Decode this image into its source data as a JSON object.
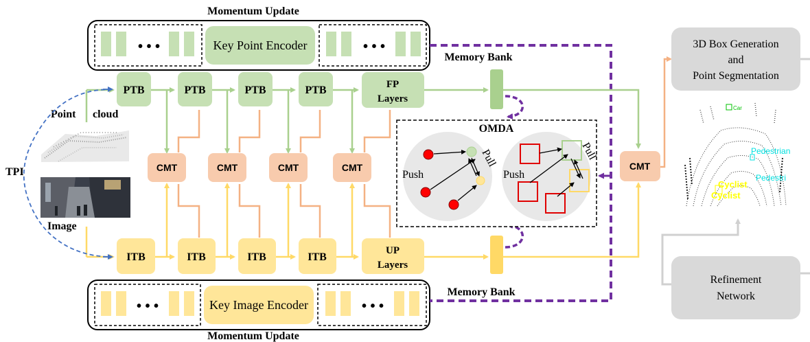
{
  "momentum_update_top": "Momentum Update",
  "momentum_update_bottom": "Momentum Update",
  "key_point_encoder": "Key Point Encoder",
  "key_image_encoder": "Key Image Encoder",
  "ellipsis": "• • •",
  "memory_bank_top": "Memory Bank",
  "memory_bank_bottom": "Memory Bank",
  "point_cloud_label_1": "Point",
  "point_cloud_label_2": "cloud",
  "image_label": "Image",
  "tpi": "TPI",
  "ptb": [
    "PTB",
    "PTB",
    "PTB",
    "PTB"
  ],
  "fp_layers": [
    "FP",
    "Layers"
  ],
  "cmt": [
    "CMT",
    "CMT",
    "CMT",
    "CMT",
    "CMT"
  ],
  "itb": [
    "ITB",
    "ITB",
    "ITB",
    "ITB"
  ],
  "up_layers": [
    "UP",
    "Layers"
  ],
  "omda": "OMDA",
  "push_left": "Push",
  "pull_left": "Pull",
  "push_right": "Push",
  "pull_right": "Pull",
  "box_generation": [
    "3D Box Generation",
    "and",
    "Point Segmentation"
  ],
  "refinement": [
    "Refinement",
    "Network"
  ],
  "detections": {
    "car": "Car",
    "pedestrian_1": "Pedestrian",
    "pedestrian_2": "Pedestri",
    "cyclist_1": "Cyclist",
    "cyclist_2": "Cyclist"
  },
  "colors": {
    "green_fill": "#c6e0b4",
    "green_line": "#a9d08e",
    "yellow_fill": "#ffe699",
    "yellow_line": "#ffd966",
    "orange_fill": "#f8cbad",
    "orange_line": "#f4b183",
    "purple": "#7030a0",
    "blue_dash": "#4472c4",
    "gray_box": "#d9d9d9"
  }
}
